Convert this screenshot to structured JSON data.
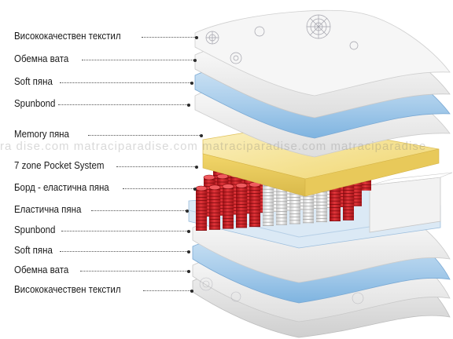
{
  "watermark": "ra  dise.com     matraciparadise.com     matraciparadise.com     matraciparadise",
  "layers": [
    {
      "label": "Висококачествен текстил",
      "icon": "textile-top"
    },
    {
      "label": "Обемна вата",
      "icon": "wadding-top"
    },
    {
      "label": "Soft пяна",
      "icon": "soft-foam-top"
    },
    {
      "label": "Spunbond",
      "icon": "spunbond-top"
    },
    {
      "label": "Memory пяна",
      "icon": "memory-foam"
    },
    {
      "label": "7 zone Pocket System",
      "icon": "pocket-springs"
    },
    {
      "label": "Борд - еластична пяна",
      "icon": "border-foam"
    },
    {
      "label": "Еластична пяна",
      "icon": "elastic-foam"
    },
    {
      "label": "Spunbond",
      "icon": "spunbond-bottom"
    },
    {
      "label": "Soft пяна",
      "icon": "soft-foam-bottom"
    },
    {
      "label": "Обемна вата",
      "icon": "wadding-bottom"
    },
    {
      "label": "Висококачествен текстил",
      "icon": "textile-bottom"
    }
  ],
  "colors": {
    "textile": "#f4f4f4",
    "wadding": "#ececec",
    "soft_foam": "#b9d7ef",
    "spunbond": "#f7f7f7",
    "memory_foam": "#f6e39a",
    "spring_red": "#d9262b",
    "spring_white": "#ffffff",
    "elastic_foam": "#d6e6f4"
  }
}
